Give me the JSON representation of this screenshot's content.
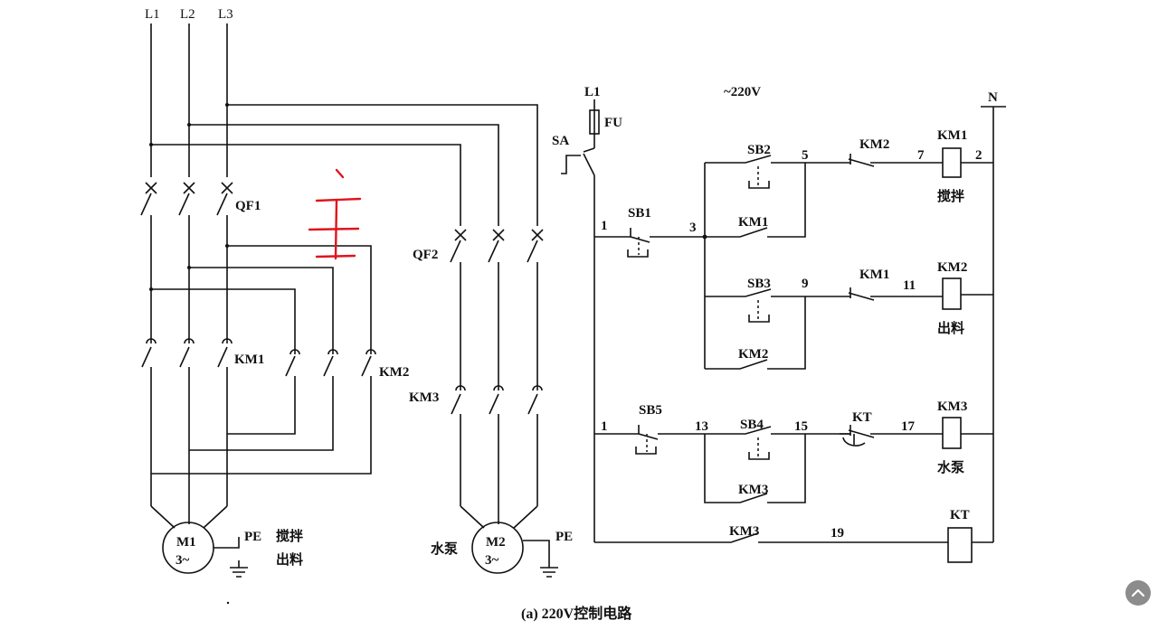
{
  "main_circuit": {
    "phases": [
      "L1",
      "L2",
      "L3"
    ],
    "qf1": "QF1",
    "qf2": "QF2",
    "km1": "KM1",
    "km2": "KM2",
    "km3": "KM3",
    "motor1": {
      "name": "M1",
      "phase": "3~",
      "pe": "PE",
      "function_line1": "搅拌",
      "function_line2": "出料"
    },
    "motor2": {
      "name": "M2",
      "phase": "3~",
      "pe": "PE",
      "function": "水泵"
    }
  },
  "control_circuit": {
    "supply": "~220V",
    "l1": "L1",
    "fu": "FU",
    "sa": "SA",
    "neutral": "N",
    "nodes": {
      "n1a": "1",
      "n1b": "1",
      "n2": "2",
      "n3": "3",
      "n5": "5",
      "n7": "7",
      "n9": "9",
      "n11": "11",
      "n13": "13",
      "n15": "15",
      "n17": "17",
      "n19": "19"
    },
    "labels": {
      "sb1": "SB1",
      "sb2": "SB2",
      "sb3": "SB3",
      "sb4": "SB4",
      "sb5": "SB5",
      "km1_hold": "KM1",
      "km2_hold": "KM2",
      "km3_hold": "KM3",
      "km3_kt": "KM3",
      "km2_nc": "KM2",
      "km1_nc": "KM1",
      "kt_contact": "KT",
      "coil_km1": "KM1",
      "coil_km2": "KM2",
      "coil_km3": "KM3",
      "coil_kt": "KT"
    },
    "coil_functions": {
      "km1": "搅拌",
      "km2": "出料",
      "km3": "水泵"
    }
  },
  "annotation": {
    "handwritten": "主",
    "color": "#e0141c"
  },
  "caption": "(a) 220V控制电路",
  "scroll_top_icon": "chevron-up-icon"
}
